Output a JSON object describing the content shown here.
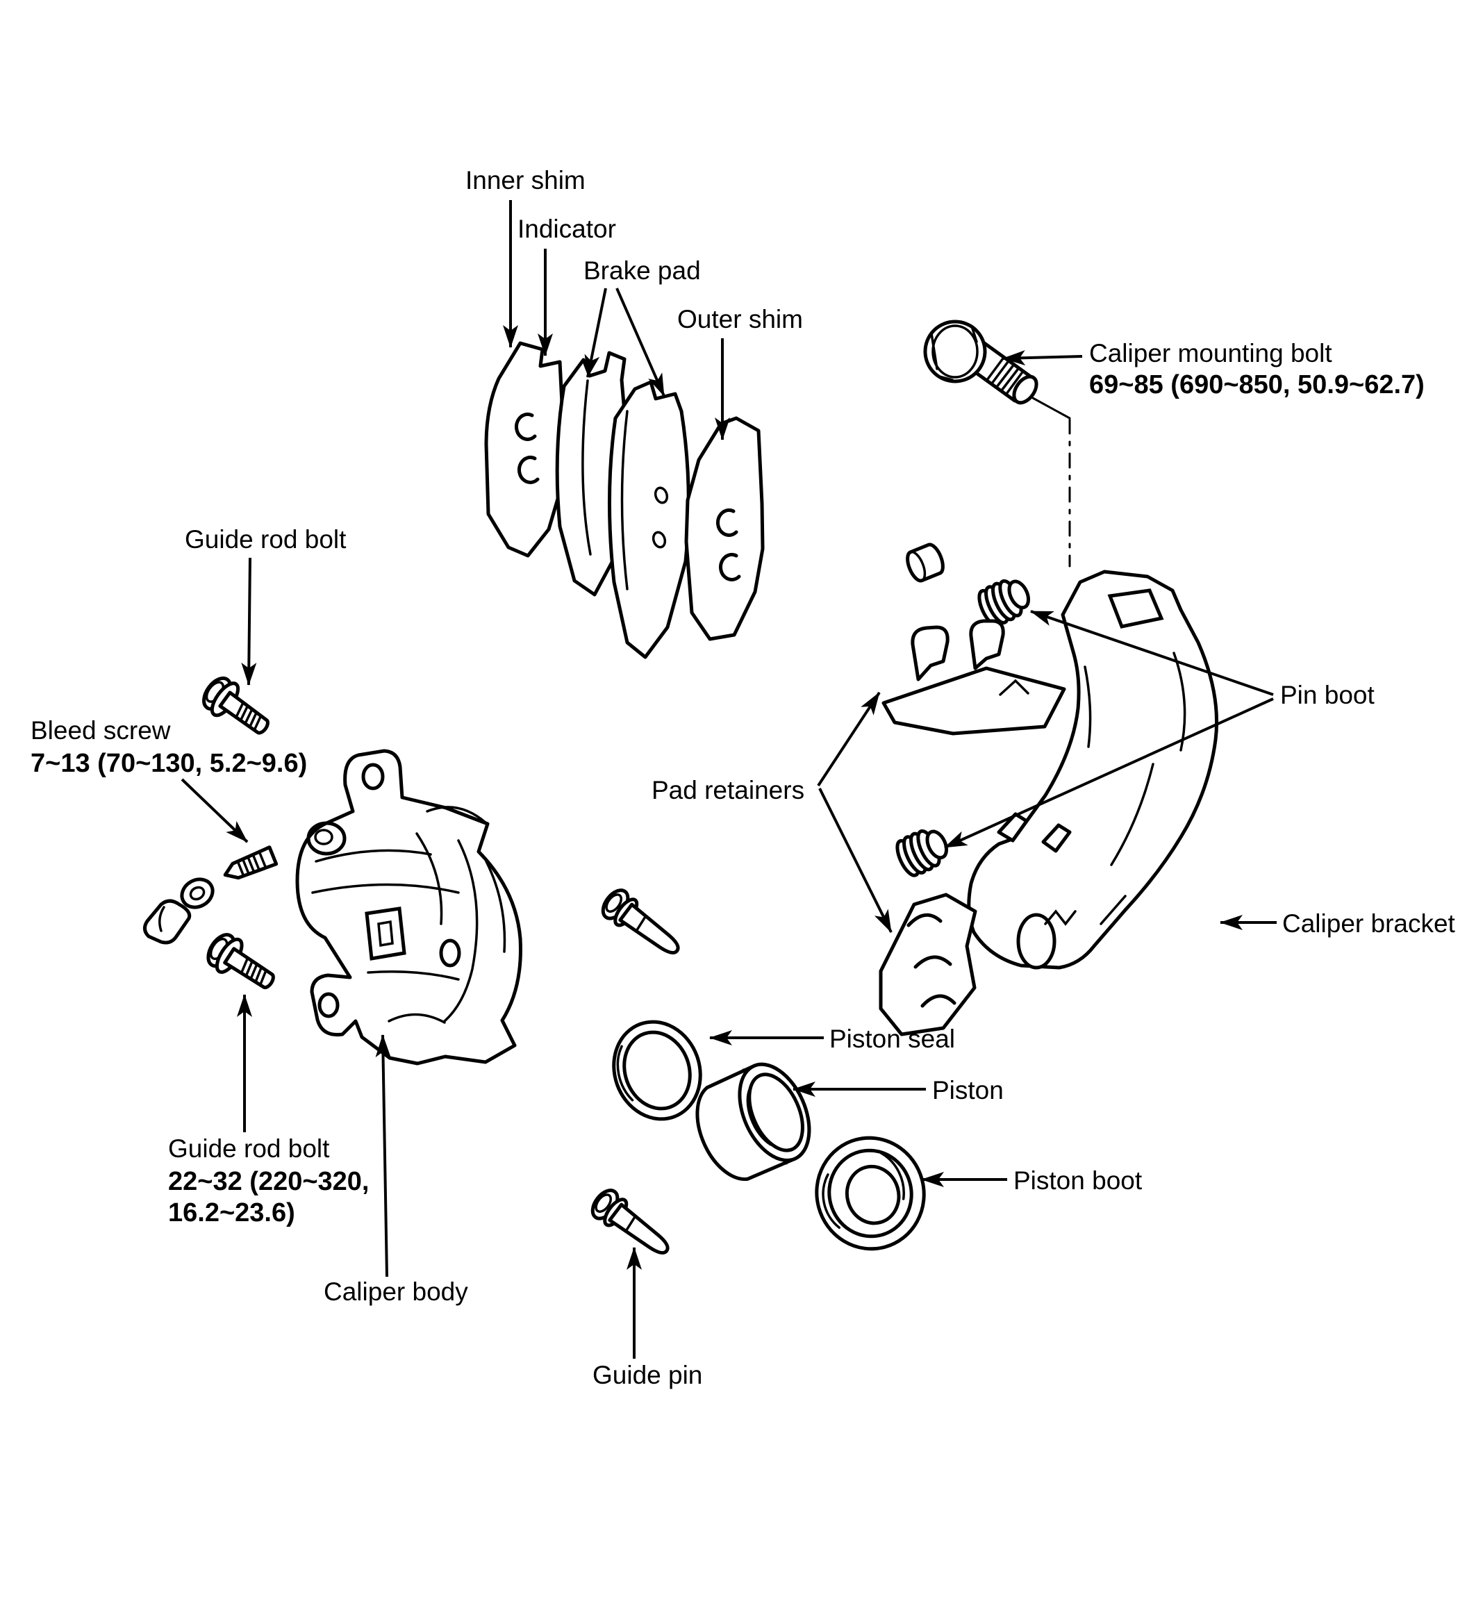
{
  "colors": {
    "ink": "#000000",
    "paper": "#ffffff"
  },
  "callouts": {
    "inner_shim": {
      "label": "Inner shim"
    },
    "indicator": {
      "label": "Indicator"
    },
    "brake_pad": {
      "label": "Brake pad"
    },
    "outer_shim": {
      "label": "Outer shim"
    },
    "caliper_mounting_bolt": {
      "label": "Caliper mounting bolt",
      "torque": "69~85 (690~850, 50.9~62.7)"
    },
    "guide_rod_bolt_upper": {
      "label": "Guide rod bolt"
    },
    "bleed_screw": {
      "label": "Bleed screw",
      "torque": "7~13 (70~130, 5.2~9.6)"
    },
    "pad_retainers": {
      "label": "Pad retainers"
    },
    "pin_boot": {
      "label": "Pin boot"
    },
    "caliper_bracket": {
      "label": "Caliper bracket"
    },
    "piston_seal": {
      "label": "Piston seal"
    },
    "piston": {
      "label": "Piston"
    },
    "piston_boot": {
      "label": "Piston boot"
    },
    "guide_rod_bolt_lower": {
      "label": "Guide rod bolt",
      "torque_line1": "22~32 (220~320,",
      "torque_line2": "16.2~23.6)"
    },
    "caliper_body": {
      "label": "Caliper body"
    },
    "guide_pin": {
      "label": "Guide pin"
    }
  }
}
